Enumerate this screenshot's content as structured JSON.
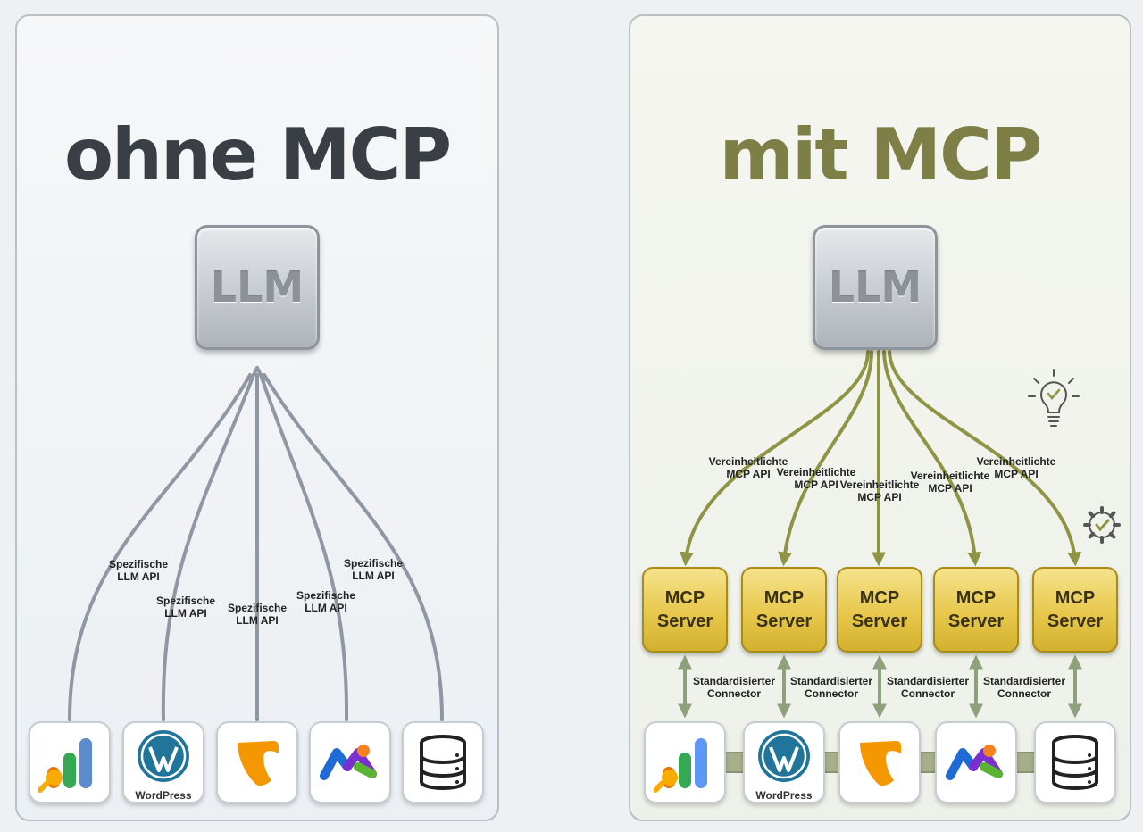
{
  "left": {
    "title": "ohne MCP",
    "llm_label": "LLM",
    "api_labels": [
      {
        "line1": "Spezifische",
        "line2": "LLM API"
      },
      {
        "line1": "Spezifische",
        "line2": "LLM API"
      },
      {
        "line1": "Spezifische",
        "line2": "LLM API"
      },
      {
        "line1": "Spezifische",
        "line2": "LLM API"
      },
      {
        "line1": "Spezifische",
        "line2": "LLM API"
      }
    ],
    "tools": [
      {
        "icon": "google-analytics-icon"
      },
      {
        "icon": "wordpress-icon",
        "label": "WordPress"
      },
      {
        "icon": "typo3-icon"
      },
      {
        "icon": "make-icon"
      },
      {
        "icon": "database-icon"
      }
    ]
  },
  "right": {
    "title": "mit MCP",
    "llm_label": "LLM",
    "api_labels": [
      {
        "line1": "Vereinheitlichte",
        "line2": "MCP API"
      },
      {
        "line1": "Vereinheitlichte",
        "line2": "MCP API"
      },
      {
        "line1": "Vereinheitlichte",
        "line2": "MCP API"
      },
      {
        "line1": "Vereinheitlichte",
        "line2": "MCP API"
      },
      {
        "line1": "Vereinheitlichte",
        "line2": "MCP API"
      }
    ],
    "servers": [
      {
        "line1": "MCP",
        "line2": "Server"
      },
      {
        "line1": "MCP",
        "line2": "Server"
      },
      {
        "line1": "MCP",
        "line2": "Server"
      },
      {
        "line1": "MCP",
        "line2": "Server"
      },
      {
        "line1": "MCP",
        "line2": "Server"
      }
    ],
    "connector_labels": [
      {
        "line1": "Standardisierter",
        "line2": "Connector"
      },
      {
        "line1": "Standardisierter",
        "line2": "Connector"
      },
      {
        "line1": "Standardisierter",
        "line2": "Connector"
      },
      {
        "line1": "Standardisierter",
        "line2": "Connector"
      }
    ],
    "tools": [
      {
        "icon": "google-analytics-icon"
      },
      {
        "icon": "wordpress-icon",
        "label": "WordPress"
      },
      {
        "icon": "typo3-icon"
      },
      {
        "icon": "make-icon"
      },
      {
        "icon": "database-icon"
      }
    ]
  },
  "colors": {
    "left_lines": "#8f98a2",
    "right_lines": "#8f9445",
    "connector_lines": "#8ea07c",
    "mcp_gold": "#e7c84c",
    "title_right": "#7d7f47",
    "title_left": "#3a3f45"
  }
}
